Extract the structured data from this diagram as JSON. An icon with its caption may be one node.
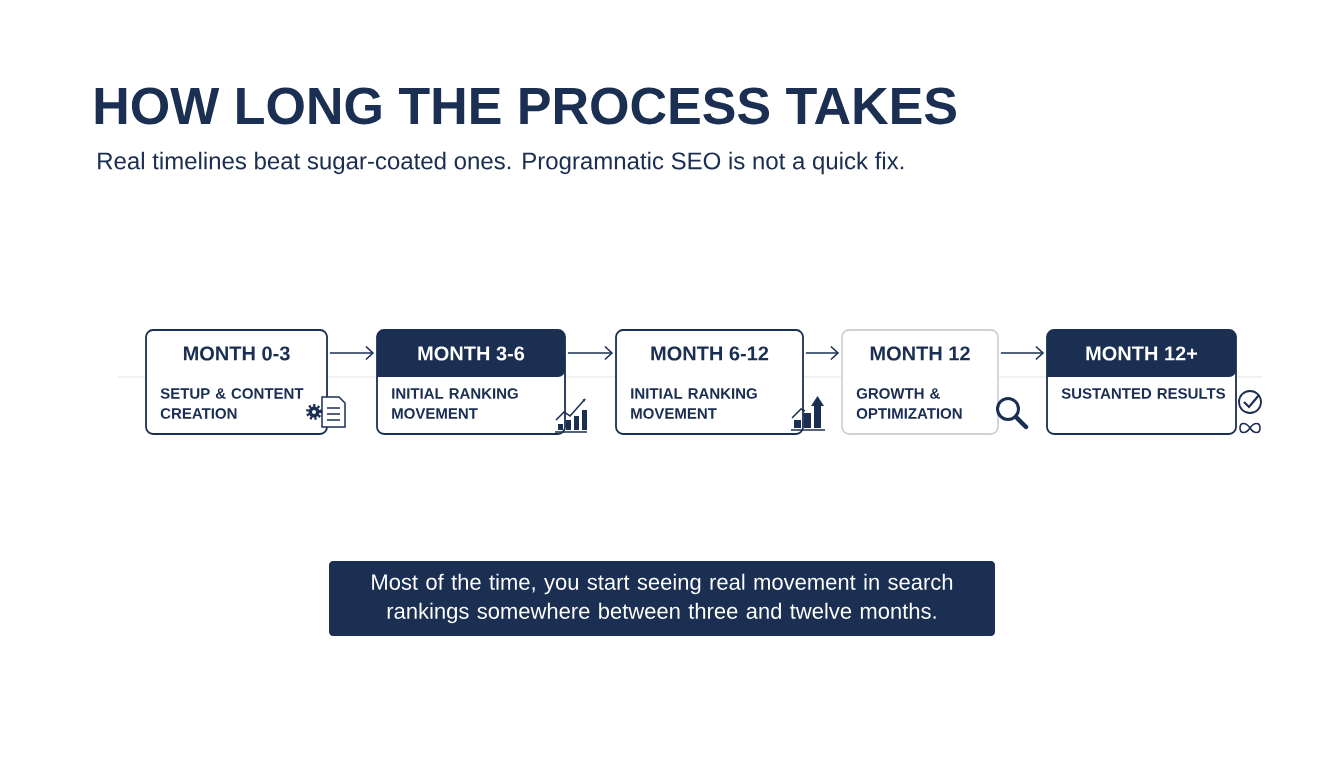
{
  "diagram": {
    "title": "HOW LONG THE PROCESS TAKES",
    "nodes": [
      {
        "text": [
          "MONTH 0-3",
          "SETUP & CONTENT CREATION"
        ]
      },
      {
        "text": [
          "MONTH 3-6",
          "INITIAL RANKING MOVEMENT"
        ]
      },
      {
        "text": [
          "MONTH 6-12",
          "INITIAL RANKING MOVEMENT"
        ]
      },
      {
        "text": [
          "MONTH 12",
          "GROWTH & OPTIMIZATION"
        ]
      },
      {
        "text": [
          "MONTH 12+",
          "SUSTANTED RESULTS"
        ]
      },
      {
        "text": [
          "Most of the time, you start seeing real movement in search rankings somewhere between three and twelve months."
        ]
      }
    ],
    "edges": [
      {
        "from": 0,
        "to": 1,
        "arrow": "to"
      },
      {
        "from": 1,
        "to": 2,
        "arrow": "to"
      },
      {
        "from": 2,
        "to": 3,
        "arrow": "to"
      },
      {
        "from": 3,
        "to": 4,
        "arrow": "to"
      }
    ],
    "labels": [
      "Real timelines beat sugar-coated ones. Programnatic SEO is not a quick fix."
    ]
  }
}
